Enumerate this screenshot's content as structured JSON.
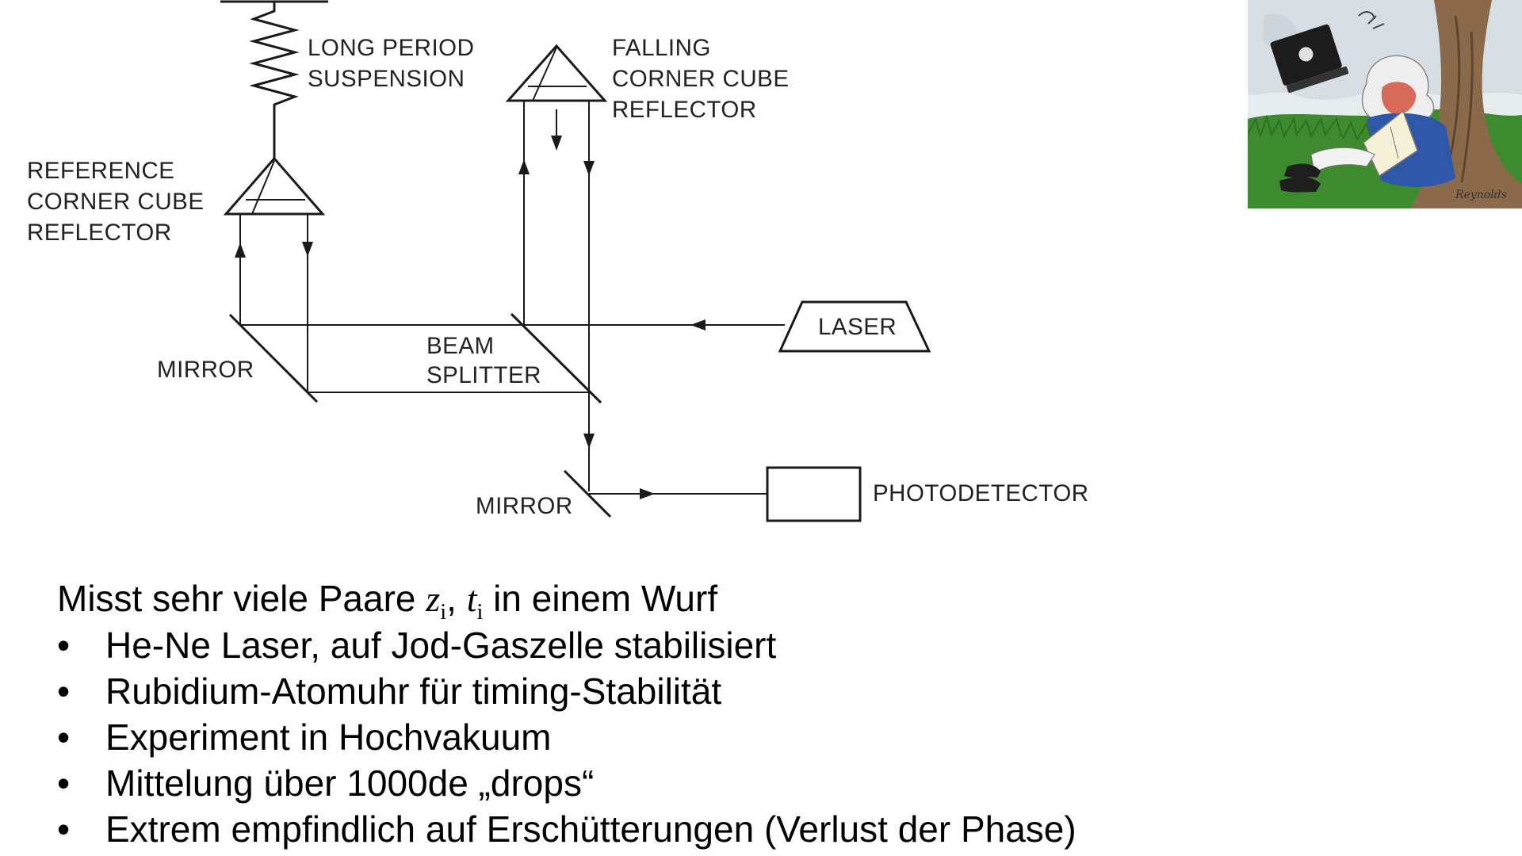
{
  "diagram": {
    "labels": {
      "long_period_suspension": [
        "LONG PERIOD",
        "SUSPENSION"
      ],
      "falling_corner_cube": [
        "FALLING",
        "CORNER CUBE",
        "REFLECTOR"
      ],
      "reference_corner_cube": [
        "REFERENCE",
        "CORNER CUBE",
        "REFLECTOR"
      ],
      "laser": "LASER",
      "mirror_left": "MIRROR",
      "beam_splitter": [
        "BEAM",
        "SPLITTER"
      ],
      "mirror_bottom": "MIRROR",
      "photodetector": "PHOTODETECTOR"
    }
  },
  "text": {
    "intro_before": "Misst sehr viele Paare ",
    "var_z": "z",
    "var_t": "t",
    "subscript": "i",
    "separator": ", ",
    "intro_after": " in einem Wurf",
    "bullet_char": "•",
    "bullets": [
      "He-Ne Laser, auf Jod-Gaszelle stabilisiert",
      "Rubidium-Atomuhr für timing-Stabilität",
      "Experiment in Hochvakuum",
      "Mittelung über 1000de „drops“",
      "Extrem empfindlich auf Erschütterungen (Verlust der Phase)"
    ]
  },
  "cartoon": {
    "icon": "newton-apple-laptop-cartoon",
    "signature": "Reynolds",
    "colors": {
      "sky": "#dfe6ea",
      "grass": "#3e8a2f",
      "tree": "#8a6a4a",
      "coat": "#2f57a8",
      "laptop": "#1c1c1c"
    }
  }
}
